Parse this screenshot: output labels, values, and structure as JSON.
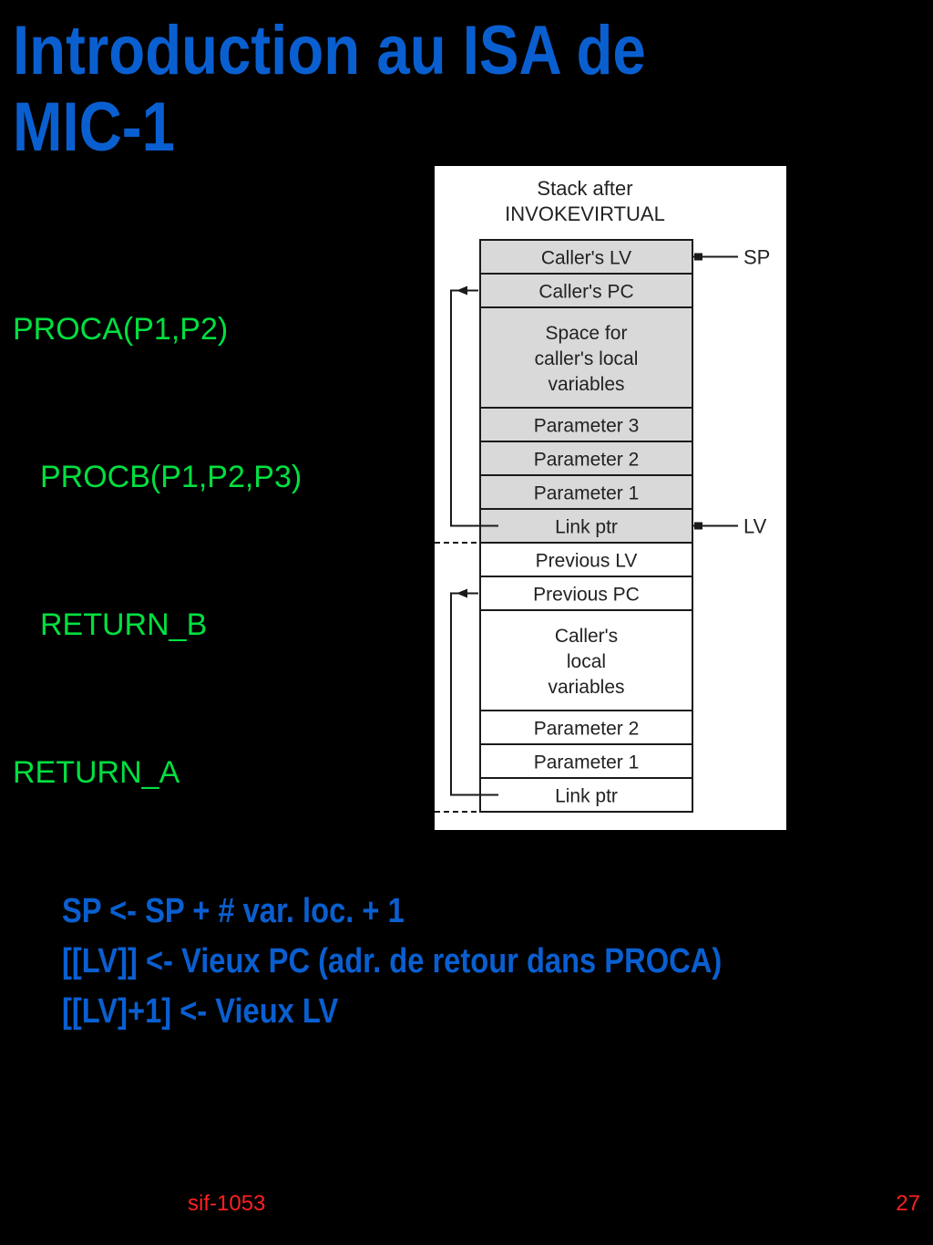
{
  "slide": {
    "title_lines": [
      "Introduction au ISA de",
      "MIC-1"
    ],
    "code_lines": [
      {
        "text": "PROCA(P1,P2)",
        "indent": false
      },
      {
        "text": "PROCB(P1,P2,P3)",
        "indent": true
      },
      {
        "text": "RETURN_B",
        "indent": true
      },
      {
        "text": "RETURN_A",
        "indent": false
      }
    ],
    "notes": [
      "SP <- SP + # var. loc. + 1",
      "[[LV]] <- Vieux PC (adr. de retour dans PROCA)",
      "[[LV]+1] <- Vieux LV"
    ],
    "footer_left": "sif-1053",
    "footer_right": "27"
  },
  "diagram": {
    "caption_lines": [
      "Stack after",
      "INVOKEVIRTUAL"
    ],
    "cells": [
      {
        "lines": [
          "Caller's LV"
        ],
        "frame": "new"
      },
      {
        "lines": [
          "Caller's PC"
        ],
        "frame": "new"
      },
      {
        "lines": [
          "Space for",
          "caller's local",
          "variables"
        ],
        "frame": "new"
      },
      {
        "lines": [
          "Parameter 3"
        ],
        "frame": "new"
      },
      {
        "lines": [
          "Parameter 2"
        ],
        "frame": "new"
      },
      {
        "lines": [
          "Parameter 1"
        ],
        "frame": "new"
      },
      {
        "lines": [
          "Link ptr"
        ],
        "frame": "new"
      },
      {
        "lines": [
          "Previous LV"
        ],
        "frame": "old"
      },
      {
        "lines": [
          "Previous PC"
        ],
        "frame": "old"
      },
      {
        "lines": [
          "Caller's",
          "local",
          "variables"
        ],
        "frame": "old"
      },
      {
        "lines": [
          "Parameter 2"
        ],
        "frame": "old"
      },
      {
        "lines": [
          "Parameter 1"
        ],
        "frame": "old"
      },
      {
        "lines": [
          "Link ptr"
        ],
        "frame": "old"
      }
    ],
    "pointers": [
      {
        "label": "SP",
        "cell": 0
      },
      {
        "label": "LV",
        "cell": 6
      }
    ],
    "links": [
      {
        "from_cell": 6,
        "to_cell": 1
      },
      {
        "from_cell": 12,
        "to_cell": 8
      }
    ],
    "colors": {
      "new_frame_fill": "#d9d9d9",
      "old_frame_fill": "#ffffff",
      "stroke": "#1a1a1a",
      "title": "#0a5fd0",
      "code": "#00e040",
      "footer": "#ff2020"
    }
  }
}
